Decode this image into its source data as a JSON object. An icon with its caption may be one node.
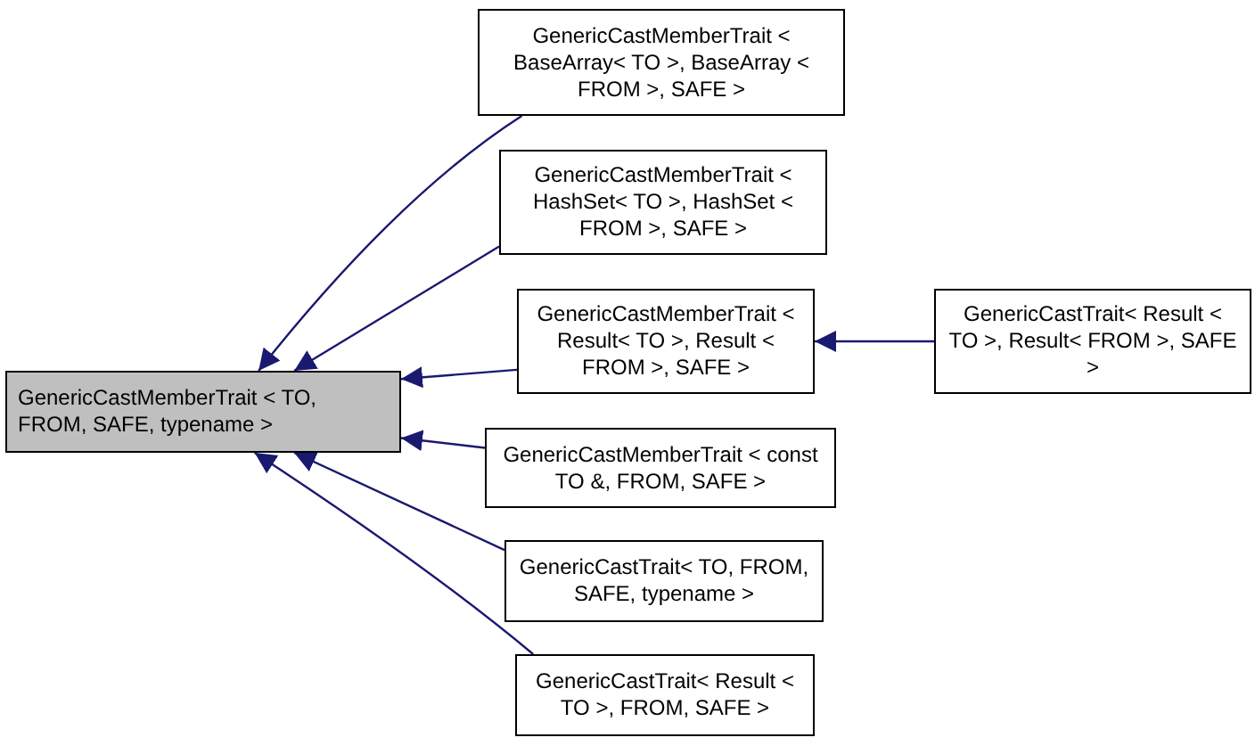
{
  "diagram": {
    "nodes": [
      {
        "text": [
          "GenericCastMemberTrait < TO, FROM, SAFE, typename >"
        ]
      },
      {
        "text": [
          "GenericCastMemberTrait < BaseArray< TO >, BaseArray < FROM >, SAFE >"
        ]
      },
      {
        "text": [
          "GenericCastMemberTrait < HashSet< TO >, HashSet < FROM >, SAFE >"
        ]
      },
      {
        "text": [
          "GenericCastMemberTrait < Result< TO >, Result < FROM >, SAFE >"
        ]
      },
      {
        "text": [
          "GenericCastTrait< Result < TO >, Result< FROM >, SAFE >"
        ]
      },
      {
        "text": [
          "GenericCastMemberTrait < const TO &, FROM, SAFE >"
        ]
      },
      {
        "text": [
          "GenericCastTrait< TO, FROM, SAFE, typename >"
        ]
      },
      {
        "text": [
          "GenericCastTrait< Result < TO >, FROM, SAFE >"
        ]
      }
    ],
    "edges": [
      {
        "from": 1,
        "to": 0,
        "arrow": "to"
      },
      {
        "from": 2,
        "to": 0,
        "arrow": "to"
      },
      {
        "from": 3,
        "to": 0,
        "arrow": "to"
      },
      {
        "from": 4,
        "to": 3,
        "arrow": "to"
      },
      {
        "from": 5,
        "to": 0,
        "arrow": "to"
      },
      {
        "from": 6,
        "to": 0,
        "arrow": "to"
      },
      {
        "from": 7,
        "to": 0,
        "arrow": "to"
      }
    ]
  }
}
